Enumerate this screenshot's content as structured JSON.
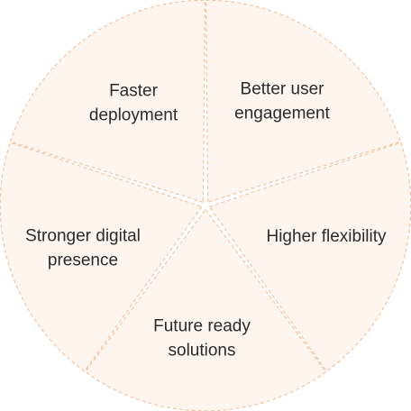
{
  "diagram": {
    "segments": [
      {
        "id": "better-user-engagement",
        "lines": [
          "Better user",
          "engagement"
        ]
      },
      {
        "id": "higher-flexibility",
        "lines": [
          "Higher flexibility"
        ]
      },
      {
        "id": "future-ready-solutions",
        "lines": [
          "Future ready",
          "solutions"
        ]
      },
      {
        "id": "stronger-digital-presence",
        "lines": [
          "Stronger digital",
          "presence"
        ]
      },
      {
        "id": "faster-deployment",
        "lines": [
          "Faster",
          "deployment"
        ]
      }
    ],
    "colors": {
      "fill": "#fef5ee",
      "stroke": "#f4c4a4",
      "text": "#2b2b2b"
    }
  }
}
